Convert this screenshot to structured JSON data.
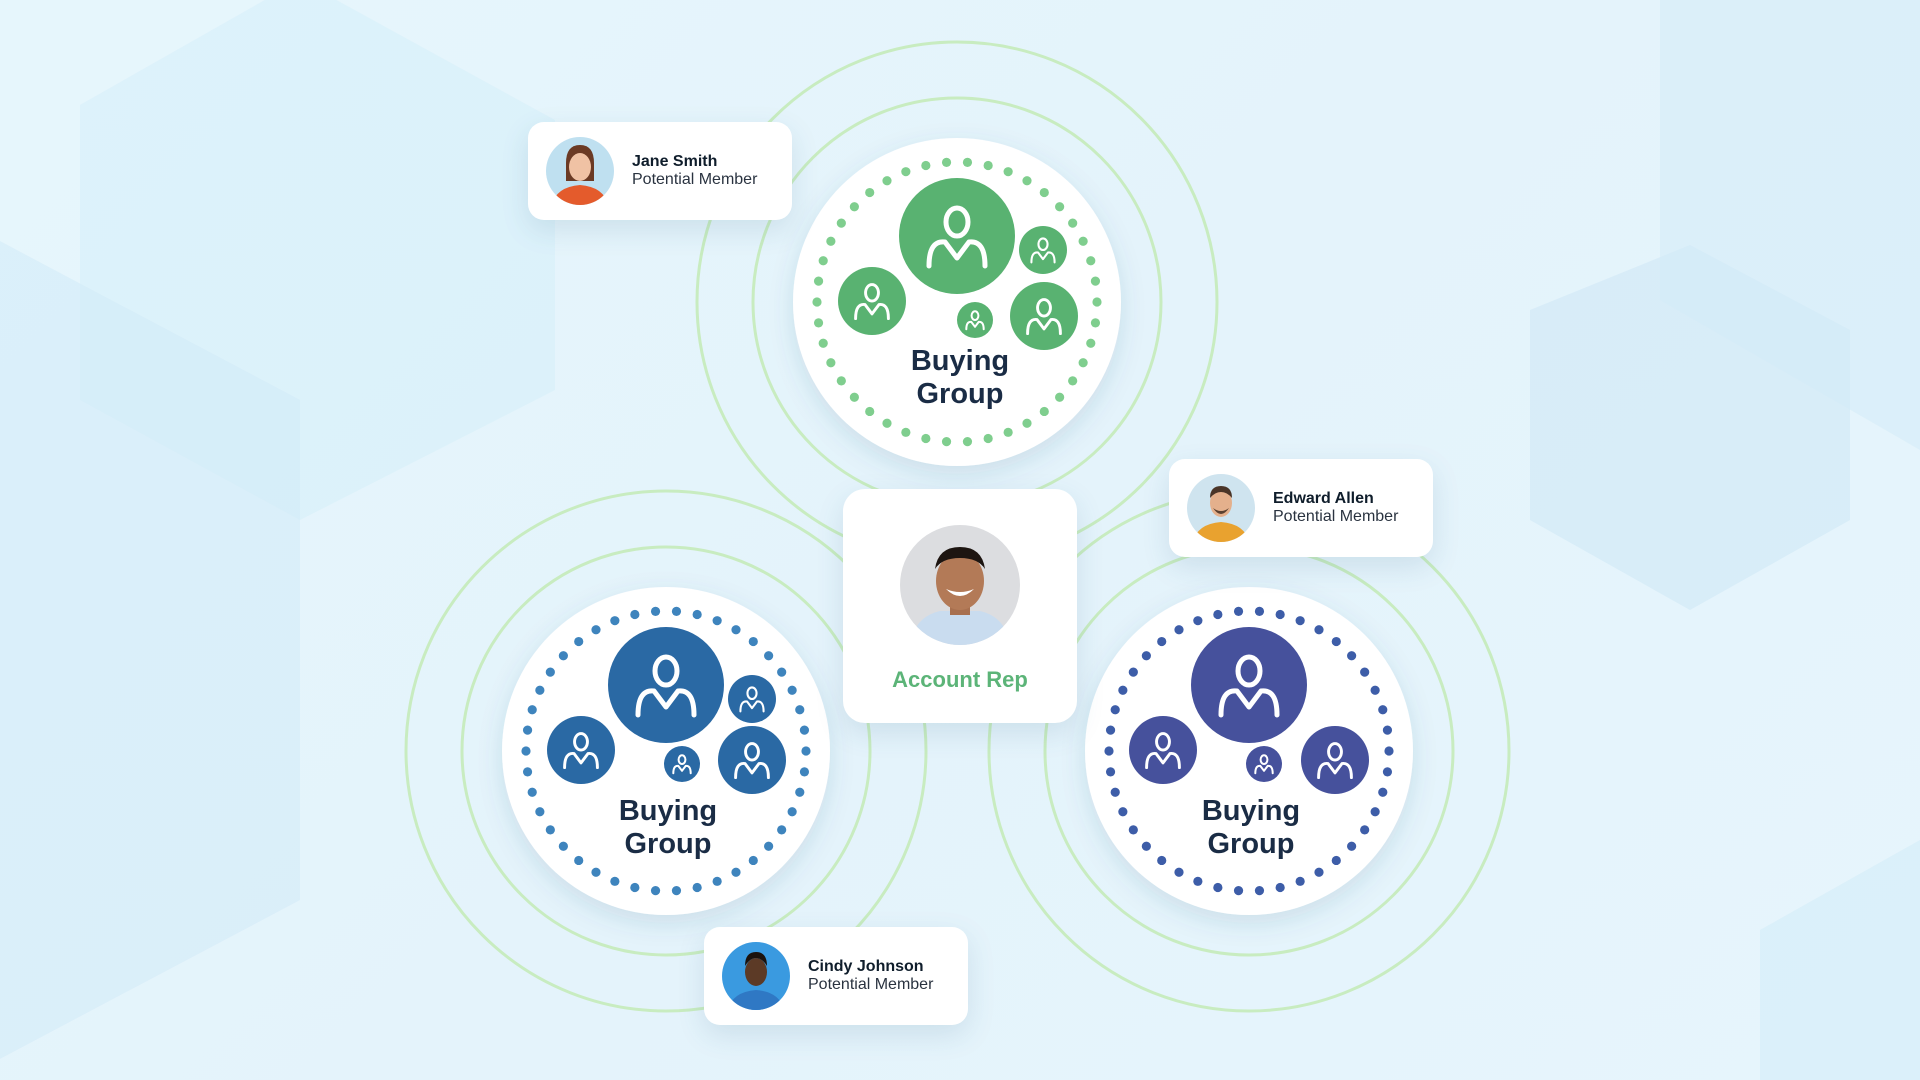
{
  "account_rep": {
    "label": "Account Rep"
  },
  "buying_groups": [
    {
      "line1": "Buying",
      "line2": "Group",
      "color": "#59b271",
      "dot_color": "#7fce8e"
    },
    {
      "line1": "Buying",
      "line2": "Group",
      "color": "#2a69a4",
      "dot_color": "#3e84bd"
    },
    {
      "line1": "Buying",
      "line2": "Group",
      "color": "#46519c",
      "dot_color": "#3d5da8"
    }
  ],
  "members": [
    {
      "name": "Jane Smith",
      "role": "Potential Member",
      "shirt_color": "#e45b2c"
    },
    {
      "name": "Edward Allen",
      "role": "Potential Member",
      "shirt_color": "#e9a22f"
    },
    {
      "name": "Cindy Johnson",
      "role": "Potential Member",
      "shirt_color": "#2f78c4"
    }
  ],
  "colors": {
    "ring": "#c8ecc0",
    "accent_green": "#5cb478",
    "text_dark": "#1a2c45"
  }
}
